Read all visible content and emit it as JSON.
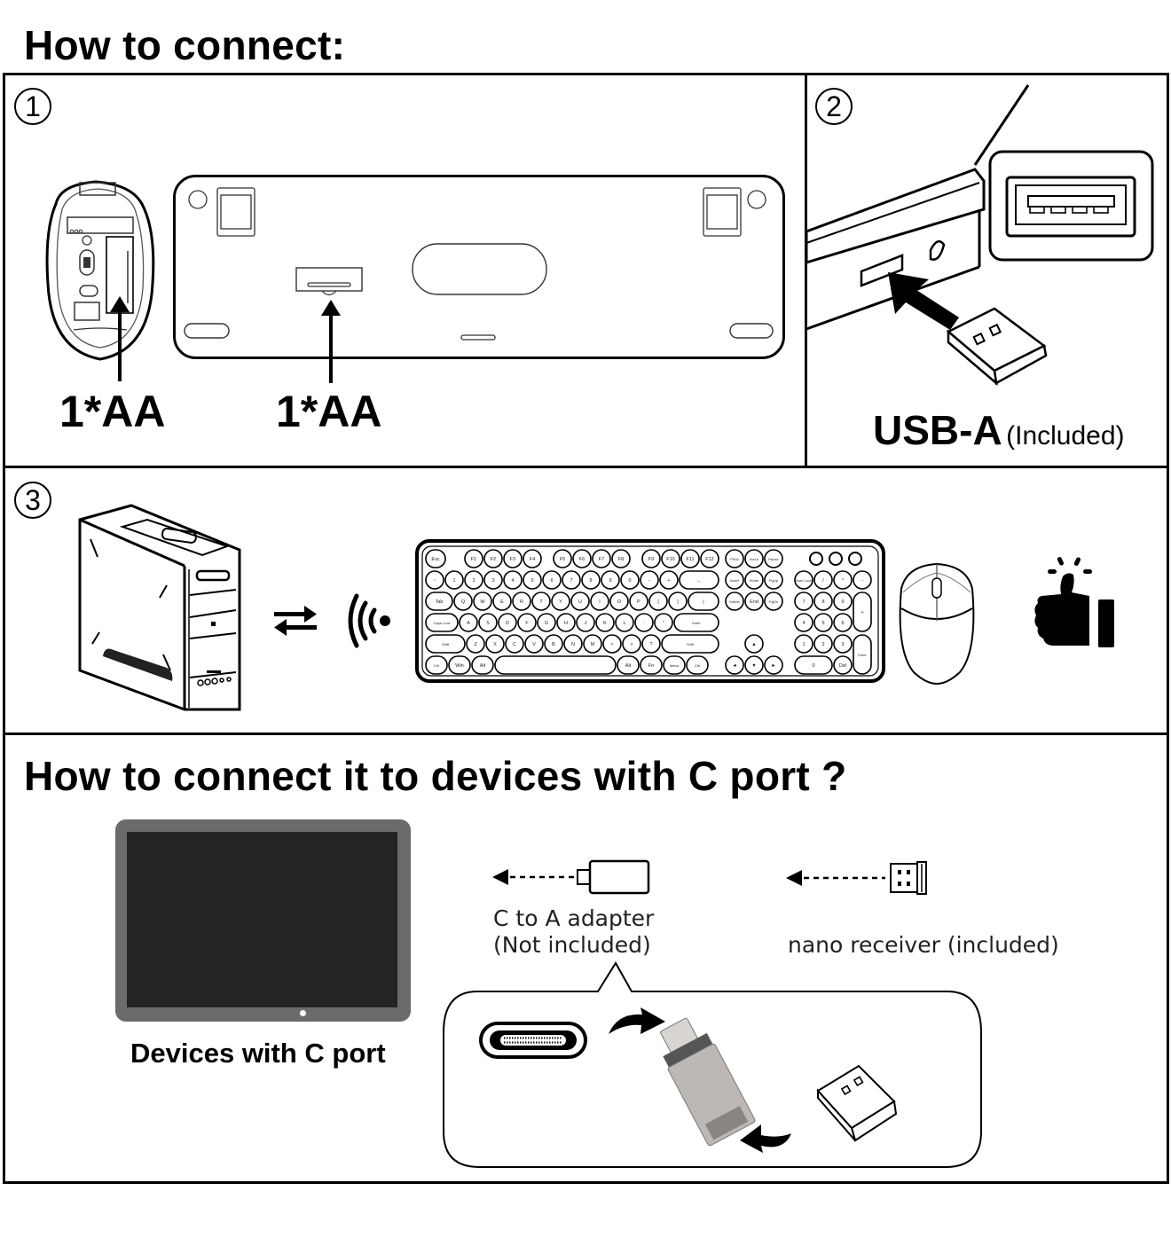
{
  "title": "How to connect:",
  "steps": [
    {
      "number": "1",
      "labels": [
        "1*AA",
        "1*AA"
      ],
      "items": [
        "mouse-battery-compartment",
        "keyboard-battery-compartment"
      ]
    },
    {
      "number": "2",
      "label_main": "USB-A",
      "label_note": "(Included)"
    },
    {
      "number": "3",
      "items": [
        "desktop-pc",
        "bidirectional-arrows",
        "wireless-signal",
        "keyboard",
        "mouse",
        "thumbs-up"
      ]
    }
  ],
  "keyboard": {
    "rows": [
      [
        "Esc",
        "F1",
        "F2",
        "F3",
        "F4",
        "F5",
        "F6",
        "F7",
        "F8",
        "F9",
        "F10",
        "F11",
        "F12",
        "PrtSc",
        "ScrLk",
        "Pause"
      ],
      [
        "~",
        "1",
        "2",
        "3",
        "4",
        "5",
        "6",
        "7",
        "8",
        "9",
        "0",
        "-",
        "+",
        "←",
        "Insert",
        "Home",
        "PgUp",
        "Num Lock",
        "/",
        "*",
        "-"
      ],
      [
        "Tab",
        "Q",
        "W",
        "E",
        "R",
        "T",
        "Y",
        "U",
        "I",
        "O",
        "P",
        "{",
        "}",
        "|",
        "Delete",
        "End",
        "PgDn",
        "7",
        "8",
        "9",
        "+"
      ],
      [
        "Caps Lock",
        "A",
        "S",
        "D",
        "F",
        "G",
        "H",
        "J",
        "K",
        "L",
        ":",
        "\"",
        "Enter",
        "4",
        "5",
        "6"
      ],
      [
        "Shift",
        "Z",
        "X",
        "C",
        "V",
        "B",
        "N",
        "M",
        "<",
        ">",
        "?",
        "Shift",
        "▲",
        "1",
        "2",
        "3",
        "Enter"
      ],
      [
        "Ctrl",
        "Win",
        "Alt",
        "",
        "Alt",
        "Fn",
        "Menu",
        "Ctrl",
        "◄",
        "▼",
        "►",
        "0",
        "Del"
      ]
    ]
  },
  "c_port_section": {
    "title": "How to connect it to devices with C port ?",
    "device_label": "Devices with C port",
    "adapter_label_line1": "C to A adapter",
    "adapter_label_line2": "(Not included)",
    "receiver_label": "nano receiver (included)"
  },
  "colors": {
    "border": "#000000",
    "tablet_frame": "#6b6b6b",
    "tablet_screen": "#242424",
    "adapter_metal": "#bdb8b4"
  }
}
